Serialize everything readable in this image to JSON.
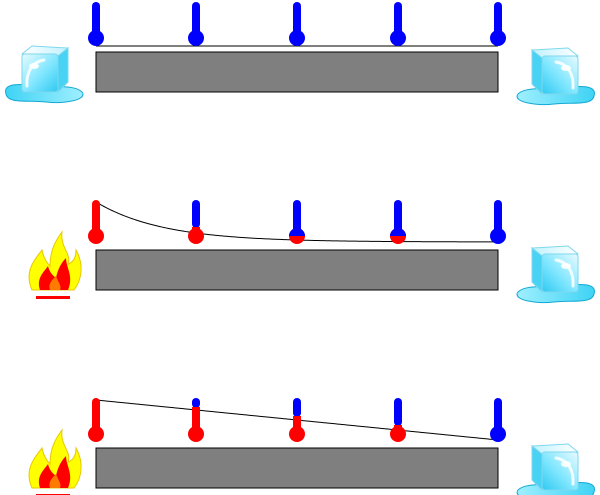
{
  "colors": {
    "background": "#ffffff",
    "bar": "#7f7f7f",
    "bar_edge": "#000000",
    "hot": "#ff0000",
    "cold": "#0000ff",
    "curve": "#000000",
    "ice": "#7fe6ff",
    "flame_outer": "#ffff00",
    "flame_inner": "#ff0000"
  },
  "panels": [
    {
      "id": "uniform-cold",
      "left_source": "ice-cube-icon",
      "right_source": "ice-cube-icon",
      "profile": "flat",
      "thermometers": [
        {
          "hot_fraction": 0.0
        },
        {
          "hot_fraction": 0.0
        },
        {
          "hot_fraction": 0.0
        },
        {
          "hot_fraction": 0.0
        },
        {
          "hot_fraction": 0.0
        }
      ]
    },
    {
      "id": "transient-heating",
      "left_source": "flame-icon",
      "right_source": "ice-cube-icon",
      "profile": "exponential-decay",
      "thermometers": [
        {
          "hot_fraction": 1.0
        },
        {
          "hot_fraction": 0.25
        },
        {
          "hot_fraction": 0.12
        },
        {
          "hot_fraction": 0.05
        },
        {
          "hot_fraction": 0.0
        }
      ]
    },
    {
      "id": "steady-state",
      "left_source": "flame-icon",
      "right_source": "ice-cube-icon",
      "profile": "linear",
      "thermometers": [
        {
          "hot_fraction": 1.0
        },
        {
          "hot_fraction": 0.75
        },
        {
          "hot_fraction": 0.5
        },
        {
          "hot_fraction": 0.25
        },
        {
          "hot_fraction": 0.0
        }
      ]
    }
  ]
}
